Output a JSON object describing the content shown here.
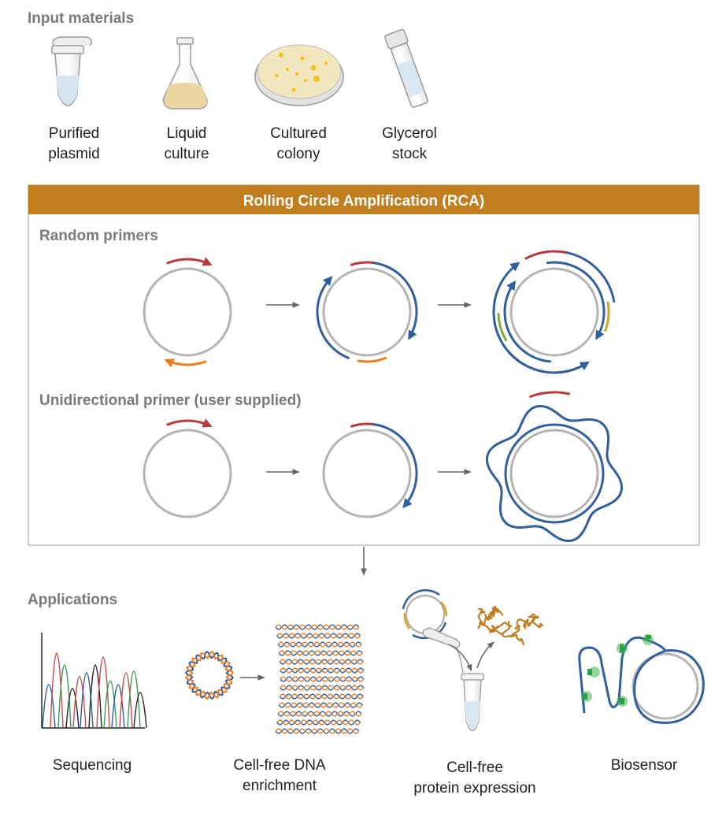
{
  "input_section": {
    "title": "Input materials",
    "items": [
      {
        "line1": "Purified",
        "line2": "plasmid",
        "icon": "microtube-icon"
      },
      {
        "line1": "Liquid",
        "line2": "culture",
        "icon": "flask-icon"
      },
      {
        "line1": "Cultured",
        "line2": "colony",
        "icon": "petri-dish-icon"
      },
      {
        "line1": "Glycerol",
        "line2": "stock",
        "icon": "cryovial-icon"
      }
    ]
  },
  "rca_box": {
    "header": "Rolling Circle Amplification (RCA)",
    "random_label": "Random primers",
    "unidirectional_label": "Unidirectional primer (user supplied)"
  },
  "applications": {
    "title": "Applications",
    "items": [
      {
        "line1": "Sequencing",
        "line2": ""
      },
      {
        "line1": "Cell-free DNA",
        "line2": "enrichment"
      },
      {
        "line1": "Cell-free",
        "line2": "protein expression"
      },
      {
        "line1": "Biosensor",
        "line2": ""
      }
    ]
  },
  "colors": {
    "header_bg": "#c07e1f",
    "dna_blue": "#2f5f9c",
    "primer_red": "#b83a3a",
    "primer_orange": "#ef7b22",
    "gold": "#d9a126",
    "green": "#7fae3c",
    "plasmid_gray": "#b4b4b4",
    "label_gray": "#7a7a7a"
  }
}
